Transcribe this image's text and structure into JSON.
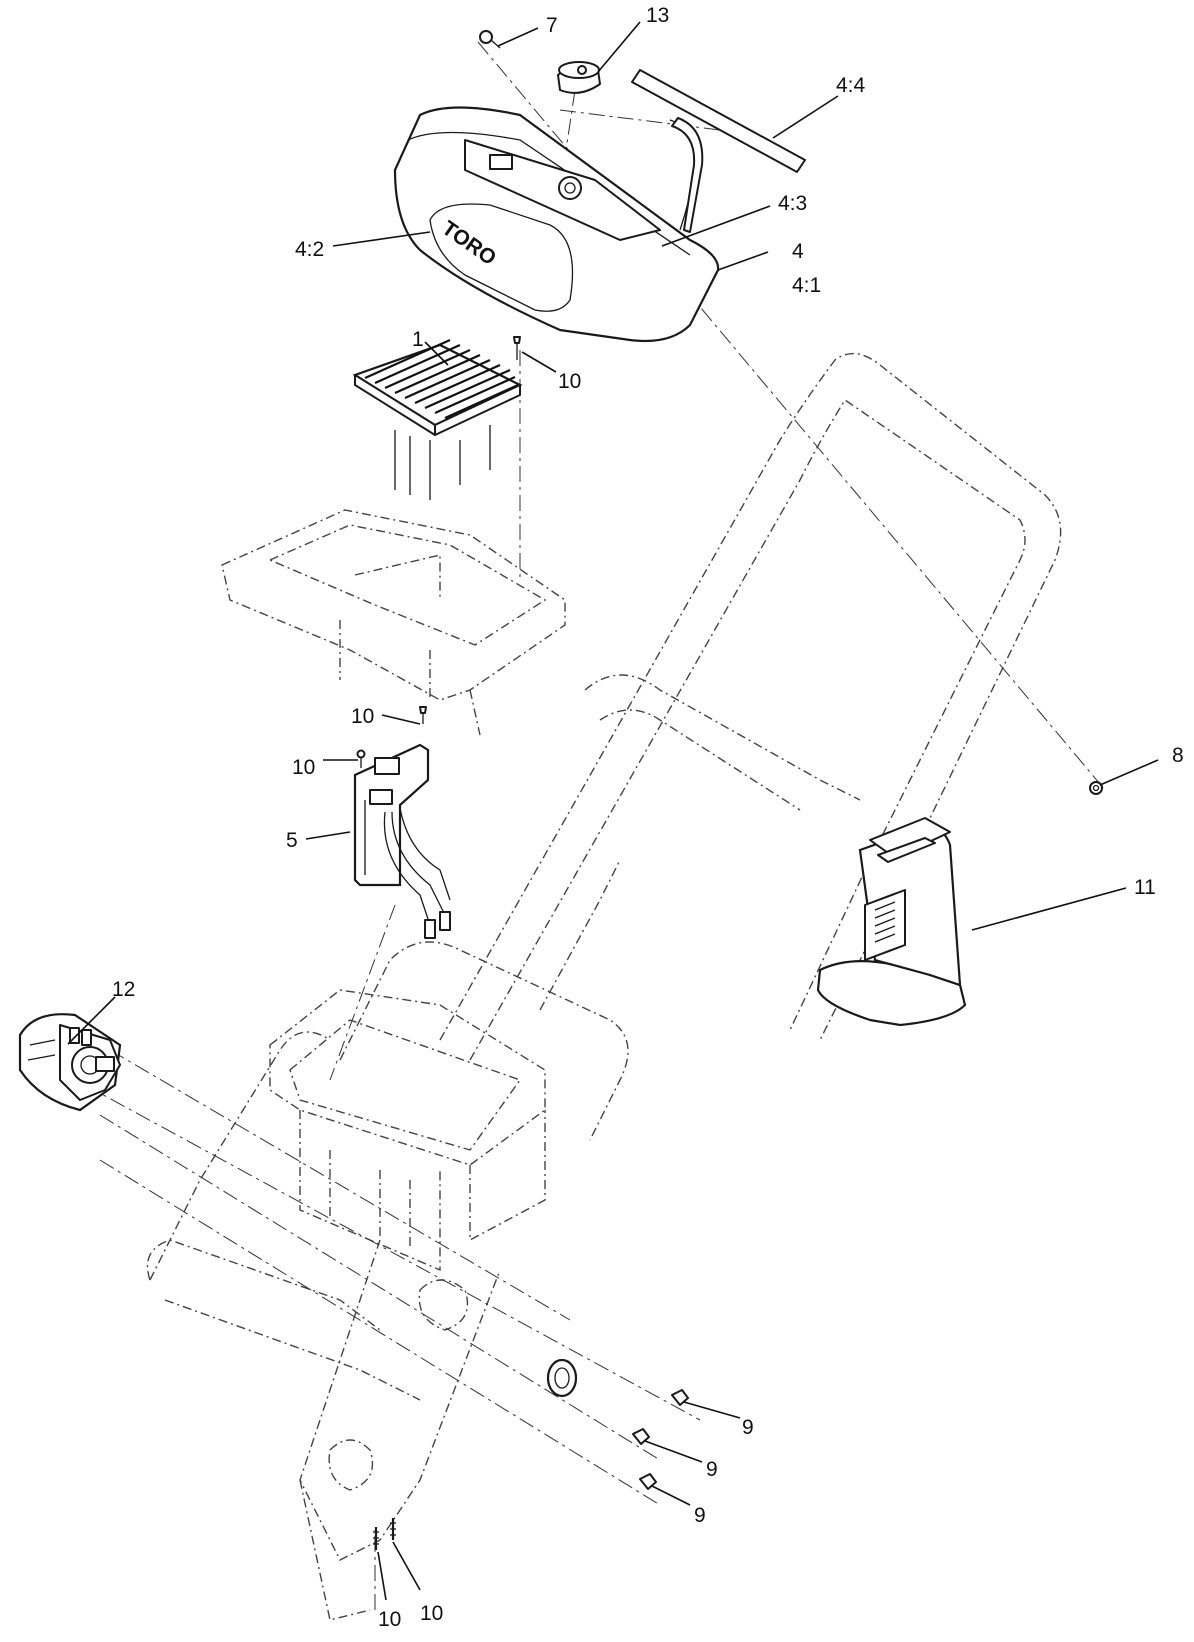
{
  "diagram": {
    "brand_logo_text": "TORO",
    "callouts": {
      "c7": "7",
      "c13": "13",
      "c4_4": "4:4",
      "c4_3": "4:3",
      "c4_2": "4:2",
      "c4": "4",
      "c4_1": "4:1",
      "c1": "1",
      "c10_top": "10",
      "c10_mid": "10",
      "c10_left": "10",
      "c5": "5",
      "c8": "8",
      "c11": "11",
      "c12": "12",
      "c9_a": "9",
      "c9_b": "9",
      "c9_c": "9",
      "c10_bot_a": "10",
      "c10_bot_b": "10"
    }
  }
}
